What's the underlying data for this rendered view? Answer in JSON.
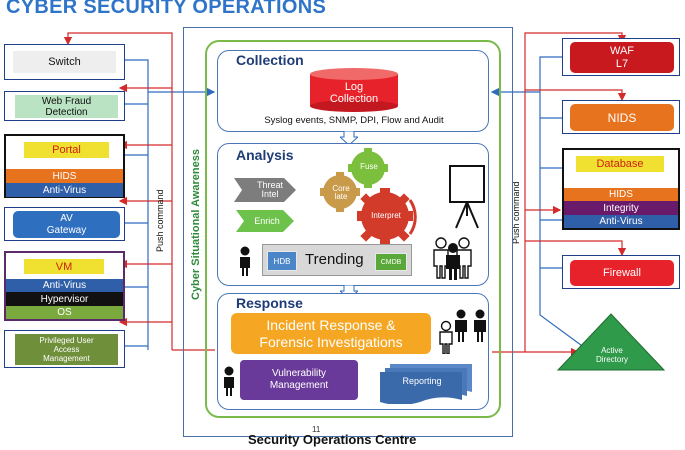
{
  "title": "CYBER SECURITY OPERATIONS",
  "left": {
    "switch": "Switch",
    "web_fraud": [
      "Web Fraud",
      "Detection"
    ],
    "portal": "Portal",
    "portal_hids": "HIDS",
    "portal_av": "Anti-Virus",
    "av_gateway": [
      "AV",
      "Gateway"
    ],
    "vm": "VM",
    "vm_av": "Anti-Virus",
    "vm_hypervisor": "Hypervisor",
    "vm_os": "OS",
    "pua": [
      "Privileged User",
      "Access",
      "Management"
    ]
  },
  "push_command_left": "Push command",
  "push_command_right": "Push command",
  "awareness": "Cyber Situational Awareness",
  "collection": {
    "title": "Collection",
    "log": [
      "Log",
      "Collection"
    ],
    "sources": "Syslog events, SNMP, DPI, Flow and Audit"
  },
  "analysis": {
    "title": "Analysis",
    "threat": [
      "Threat",
      "Intel"
    ],
    "enrich": "Enrich",
    "fuse": "Fuse",
    "correlate": [
      "Core",
      "late"
    ],
    "interpret": "Interpret",
    "hdb": "HDB",
    "trending": "Trending",
    "cmdb": "CMDB"
  },
  "response": {
    "title": "Response",
    "incident": [
      "Incident Response &",
      "Forensic Investigations"
    ],
    "vuln": [
      "Vulnerability",
      "Management"
    ],
    "reporting": "Reporting"
  },
  "right": {
    "waf": [
      "WAF",
      "L7"
    ],
    "nids": "NIDS",
    "database": "Database",
    "db_hids": "HIDS",
    "db_integrity": "Integrity",
    "db_av": "Anti-Virus",
    "firewall": "Firewall",
    "ad": [
      "Active",
      "Directory"
    ]
  },
  "page_number": "11",
  "soc_label": "Security Operations Centre",
  "colors": {
    "title_blue": "#2e74c8",
    "red_box": "#d42a2a",
    "orange": "#e8731e",
    "blue_bar": "#2f5fa8",
    "dark_blue_bar": "#1f3f8a",
    "purple": "#6a1a6a",
    "green_bar": "#7aaa3e",
    "olive": "#6f8f3a",
    "yellow": "#f0e030",
    "cyan_light": "#d8ecf7",
    "ad_green": "#2e9a4a"
  },
  "icons": [
    "person-icon",
    "group-icon",
    "presentation-board-icon",
    "gear-icon",
    "arrow-down-icon"
  ]
}
